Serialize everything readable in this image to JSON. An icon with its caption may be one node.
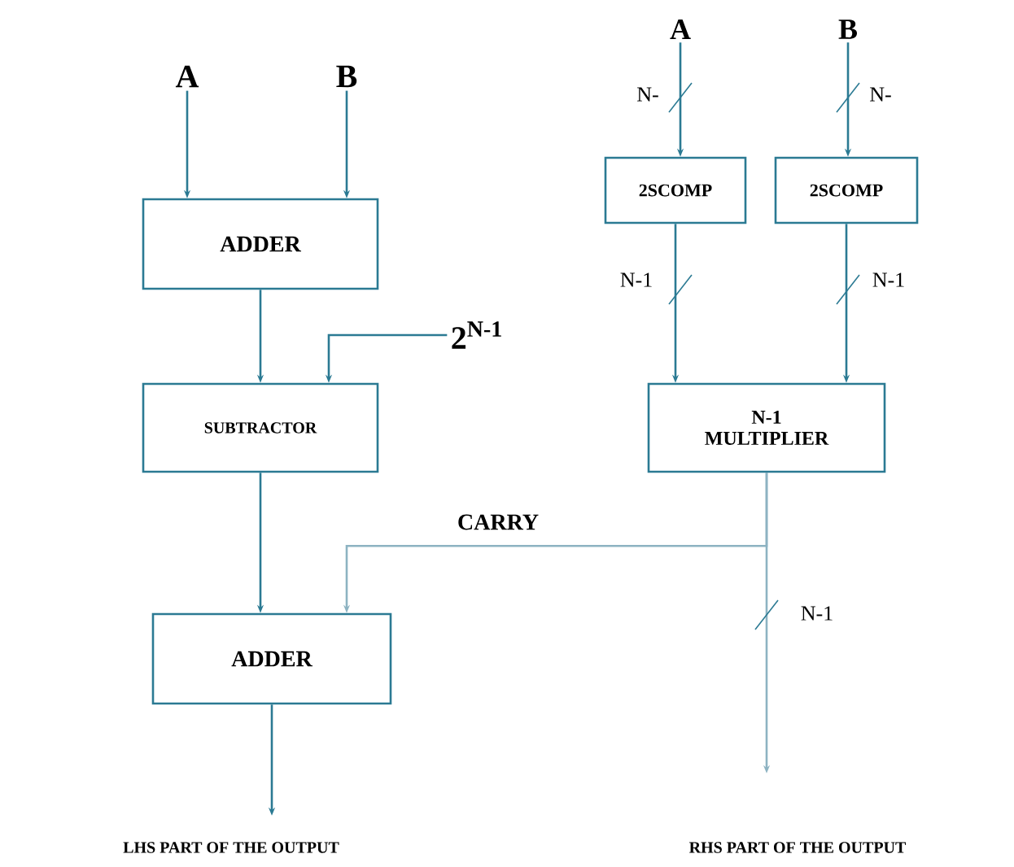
{
  "diagram": {
    "nodes": [
      {
        "text": [
          "A"
        ]
      },
      {
        "text": [
          "B"
        ]
      },
      {
        "text": [
          "ADDER"
        ]
      },
      {
        "text": [
          "2$^{N-1}$"
        ]
      },
      {
        "text": [
          "SUBTRACTOR"
        ]
      },
      {
        "text": [
          "ADDER"
        ]
      },
      {
        "text": [
          "LHS PART OF THE OUTPUT"
        ]
      },
      {
        "text": [
          "A"
        ]
      },
      {
        "text": [
          "B"
        ]
      },
      {
        "text": [
          "2SCOMP"
        ]
      },
      {
        "text": [
          "2SCOMP"
        ]
      },
      {
        "text": [
          "N-1 MULTIPLIER"
        ]
      },
      {
        "text": [
          "RHS PART OF THE OUTPUT"
        ]
      }
    ],
    "edges": [
      {
        "from": 0,
        "to": 2,
        "arrow": "to"
      },
      {
        "from": 1,
        "to": 2,
        "arrow": "to"
      },
      {
        "from": 2,
        "to": 4,
        "arrow": "to"
      },
      {
        "from": 3,
        "to": 4,
        "arrow": "to"
      },
      {
        "from": 4,
        "to": 5,
        "arrow": "to"
      },
      {
        "from": 11,
        "to": 5,
        "arrow": "to",
        "label": "CARRY",
        "color": "#8db3c2"
      },
      {
        "from": 5,
        "to": 6,
        "arrow": "to"
      },
      {
        "from": 7,
        "to": 9,
        "arrow": "to",
        "label": "N-"
      },
      {
        "from": 8,
        "to": 10,
        "arrow": "to",
        "label": "N-"
      },
      {
        "from": 9,
        "to": 11,
        "arrow": "to",
        "label": "N-1"
      },
      {
        "from": 10,
        "to": 11,
        "arrow": "to",
        "label": "N-1"
      },
      {
        "from": 11,
        "to": 12,
        "arrow": "to",
        "label": "N-1",
        "color": "#8db3c2"
      }
    ]
  }
}
